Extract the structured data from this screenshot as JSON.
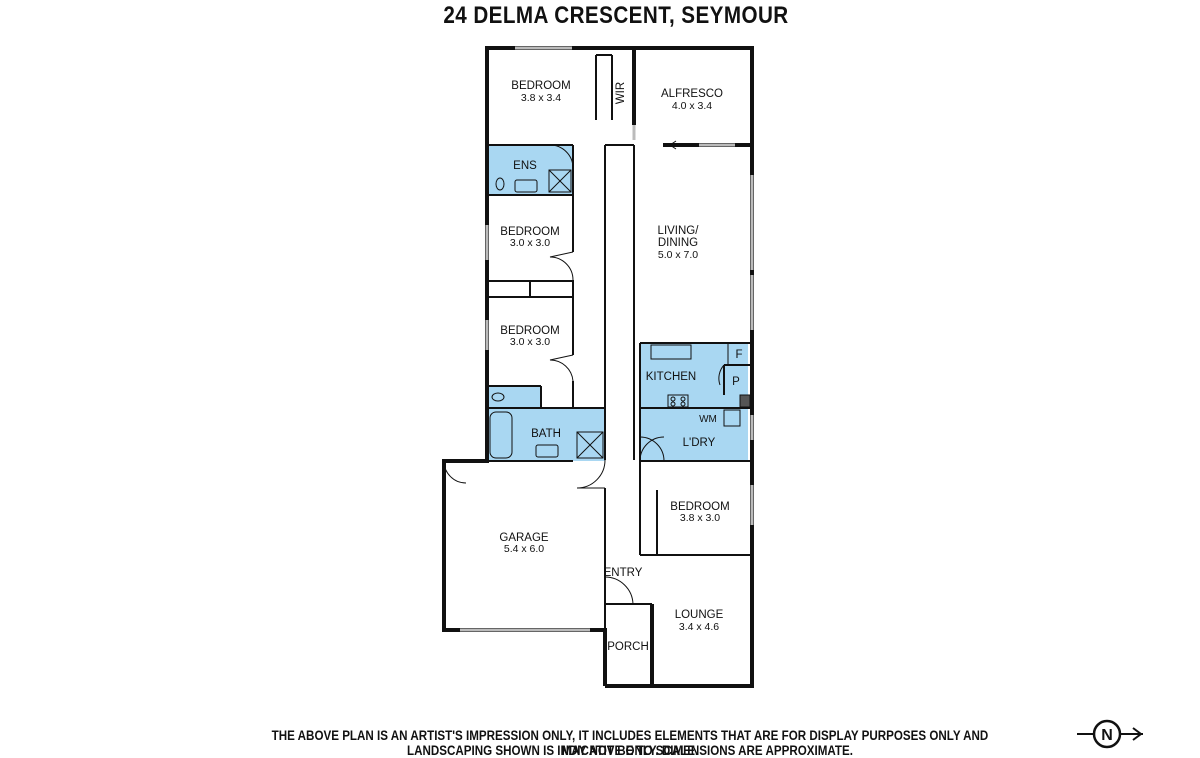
{
  "title": "24 DELMA CRESCENT, SEYMOUR",
  "rooms": {
    "bedroom1": {
      "name": "BEDROOM",
      "dim": "3.8 x 3.4"
    },
    "wir": {
      "name": "WIR"
    },
    "alfresco": {
      "name": "ALFRESCO",
      "dim": "4.0 x 3.4"
    },
    "ens": {
      "name": "ENS"
    },
    "bedroom2": {
      "name": "BEDROOM",
      "dim": "3.0 x 3.0"
    },
    "living": {
      "name1": "LIVING/",
      "name2": "DINING",
      "dim": "5.0 x 7.0"
    },
    "bedroom3": {
      "name": "BEDROOM",
      "dim": "3.0 x 3.0"
    },
    "kitchen": {
      "name": "KITCHEN"
    },
    "fridge": {
      "name": "F"
    },
    "pantry": {
      "name": "P"
    },
    "washing_machine": {
      "name": "WM"
    },
    "laundry": {
      "name": "L'DRY"
    },
    "bath": {
      "name": "BATH"
    },
    "bedroom4": {
      "name": "BEDROOM",
      "dim": "3.8 x 3.0"
    },
    "garage": {
      "name": "GARAGE",
      "dim": "5.4 x 6.0"
    },
    "entry": {
      "name": "ENTRY"
    },
    "lounge": {
      "name": "LOUNGE",
      "dim": "3.4 x 4.6"
    },
    "porch": {
      "name": "PORCH"
    }
  },
  "disclaimer": {
    "line1": "THE ABOVE PLAN IS AN ARTIST'S IMPRESSION ONLY, IT INCLUDES ELEMENTS THAT ARE FOR DISPLAY PURPOSES ONLY AND MAY NOT BE TO SCALE.",
    "line2": "LANDSCAPING SHOWN IS INDICATIVE ONLY. DIMENSIONS ARE APPROXIMATE."
  },
  "compass": {
    "label": "N"
  },
  "colors": {
    "wet_area": "#a9d7f2",
    "wall": "#111111",
    "window": "#bbbbbb"
  }
}
